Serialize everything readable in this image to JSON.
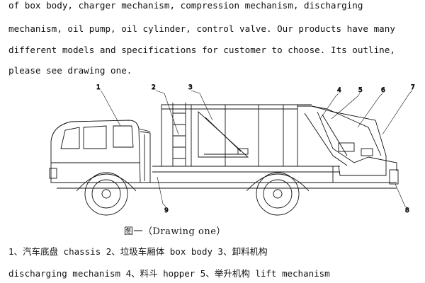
{
  "text": {
    "line1": "of box body, charger mechanism, compression mechanism, discharging",
    "line2": "mechanism, oil pump, oil cylinder, control valve. Our products have many",
    "line3": "different models and specifications for customer to choose. Its outline,",
    "line4": "please see drawing one."
  },
  "figure": {
    "caption": "图一（Drawing one）",
    "callouts": [
      "1",
      "2",
      "3",
      "4",
      "5",
      "6",
      "7",
      "8",
      "9"
    ]
  },
  "legend": {
    "line1": "1、汽车底盘 chassis  2、垃圾车厢体 box body  3、卸料机构",
    "line2": "discharging mechanism 4、料斗 hopper 5、举升机构 lift mechanism"
  }
}
